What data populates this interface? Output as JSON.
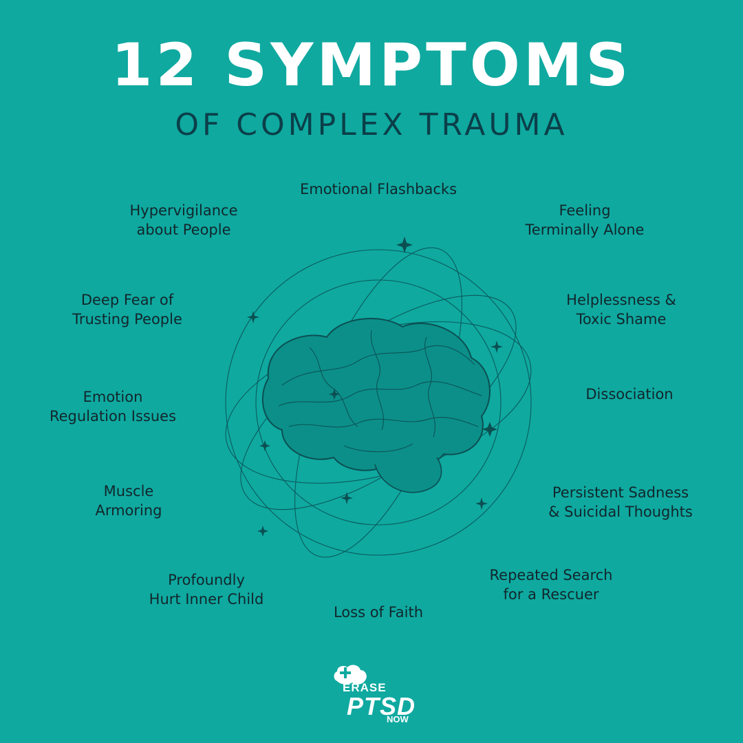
{
  "header": {
    "title": "12 SYMPTOMS",
    "subtitle": "OF COMPLEX TRAUMA"
  },
  "symptoms": [
    {
      "lines": [
        "Emotional Flashbacks"
      ]
    },
    {
      "lines": [
        "Hypervigilance",
        "about People"
      ]
    },
    {
      "lines": [
        "Feeling",
        "Terminally Alone"
      ]
    },
    {
      "lines": [
        "Deep Fear of",
        "Trusting People"
      ]
    },
    {
      "lines": [
        "Helplessness &",
        "Toxic Shame"
      ]
    },
    {
      "lines": [
        "Emotion",
        "Regulation Issues"
      ]
    },
    {
      "lines": [
        "Dissociation"
      ]
    },
    {
      "lines": [
        "Muscle",
        "Armoring"
      ]
    },
    {
      "lines": [
        "Persistent Sadness",
        "& Suicidal Thoughts"
      ]
    },
    {
      "lines": [
        "Profoundly",
        "Hurt Inner Child"
      ]
    },
    {
      "lines": [
        "Repeated Search",
        "for a Rescuer"
      ]
    },
    {
      "lines": [
        "Loss of Faith"
      ]
    }
  ],
  "logo": {
    "line1": "ERASE",
    "line2": "PTSD",
    "line3": "NOW"
  },
  "colors": {
    "background": "#0fa9a0",
    "title": "#ffffff",
    "subtitle": "#0b3f49",
    "text": "#12262b",
    "line_art": "#0b5a5c"
  },
  "icons": [
    "brain-illustration",
    "orbit-rings",
    "sparkle-star",
    "brain-logo-icon"
  ]
}
